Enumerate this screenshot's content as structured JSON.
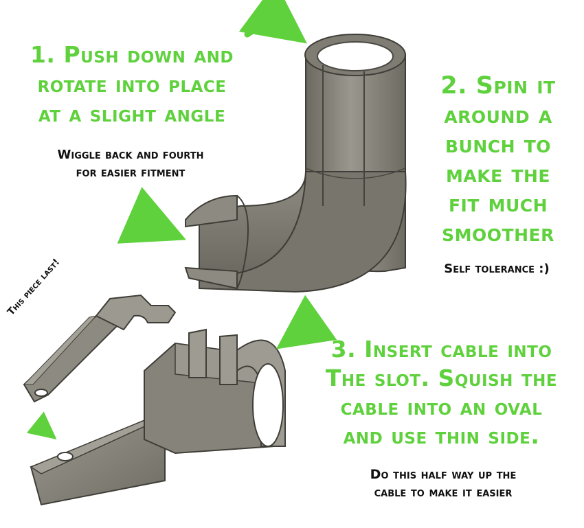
{
  "steps": {
    "step1": [
      "1. Push down and",
      "rotate into place",
      "at a slight angle"
    ],
    "step2": [
      "2. Spin it",
      "around a",
      "bunch to",
      "make the",
      "fit much",
      "smoother"
    ],
    "step3": [
      "3. Insert cable into",
      "The slot. Squish the",
      "cable into an oval",
      "and use thin side."
    ]
  },
  "notes": {
    "note1": [
      "Wiggle back and fourth",
      "for easier fitment"
    ],
    "note2": [
      "Self tolerance :)"
    ],
    "note3": [
      "Do this half way up the",
      "cable to make it easier"
    ],
    "piece_last": "This piece last!"
  },
  "colors": {
    "accent_green": "#5fd13d",
    "part_gray": "#8d8b81",
    "part_dark": "#5c5a52",
    "part_light": "#a9a79d"
  }
}
